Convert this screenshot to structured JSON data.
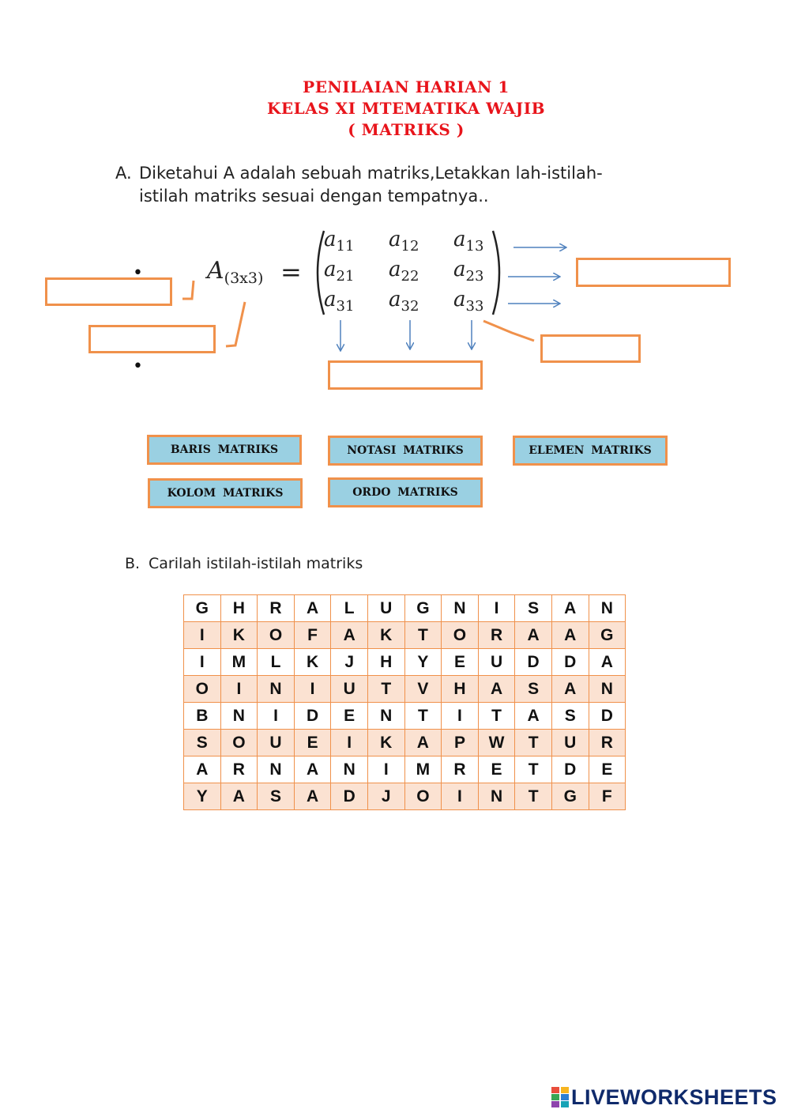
{
  "header": {
    "line1": "PENILAIAN HARIAN 1",
    "line2": "KELAS XI MTEMATIKA WAJIB",
    "line3": "( MATRIKS )"
  },
  "section_a": {
    "label": "A.",
    "line1": "Diketahui A adalah sebuah matriks,Letakkan lah-istilah-",
    "line2": "istilah matriks sesuai dengan tempatnya..",
    "matrix": {
      "name": "A",
      "order": "(3x3)",
      "equals": "=",
      "rows": [
        [
          {
            "base": "a",
            "sub": "11"
          },
          {
            "base": "a",
            "sub": "12"
          },
          {
            "base": "a",
            "sub": "13"
          }
        ],
        [
          {
            "base": "a",
            "sub": "21"
          },
          {
            "base": "a",
            "sub": "22"
          },
          {
            "base": "a",
            "sub": "23"
          }
        ],
        [
          {
            "base": "a",
            "sub": "31"
          },
          {
            "base": "a",
            "sub": "32"
          },
          {
            "base": "a",
            "sub": "33"
          }
        ]
      ]
    },
    "bullet": "•",
    "choices": [
      "BARIS  MATRIKS",
      "NOTASI   MATRIKS",
      "ELEMEN   MATRIKS",
      "KOLOM  MATRIKS",
      "ORDO  MATRIKS"
    ]
  },
  "section_b": {
    "label": "B.",
    "text": "Carilah istilah-istilah matriks",
    "grid": [
      [
        "G",
        "H",
        "R",
        "A",
        "L",
        "U",
        "G",
        "N",
        "I",
        "S",
        "A",
        "N"
      ],
      [
        "I",
        "K",
        "O",
        "F",
        "A",
        "K",
        "T",
        "O",
        "R",
        "A",
        "A",
        "G"
      ],
      [
        "I",
        "M",
        "L",
        "K",
        "J",
        "H",
        "Y",
        "E",
        "U",
        "D",
        "D",
        "A"
      ],
      [
        "O",
        "I",
        "N",
        "I",
        "U",
        "T",
        "V",
        "H",
        "A",
        "S",
        "A",
        "N"
      ],
      [
        "B",
        "N",
        "I",
        "D",
        "E",
        "N",
        "T",
        "I",
        "T",
        "A",
        "S",
        "D"
      ],
      [
        "S",
        "O",
        "U",
        "E",
        "I",
        "K",
        "A",
        "P",
        "W",
        "T",
        "U",
        "R"
      ],
      [
        "A",
        "R",
        "N",
        "A",
        "N",
        "I",
        "M",
        "R",
        "E",
        "T",
        "D",
        "E"
      ],
      [
        "Y",
        "A",
        "S",
        "A",
        "D",
        "J",
        "O",
        "I",
        "N",
        "T",
        "G",
        "F"
      ]
    ]
  },
  "footer": {
    "brand": "LIVEWORKSHEETS"
  },
  "colors": {
    "title": "#e8141b",
    "box_border": "#f0914b",
    "chip_fill": "#9ad0e2",
    "arrow": "#4f81bd",
    "brand": "#0f2a6b"
  }
}
